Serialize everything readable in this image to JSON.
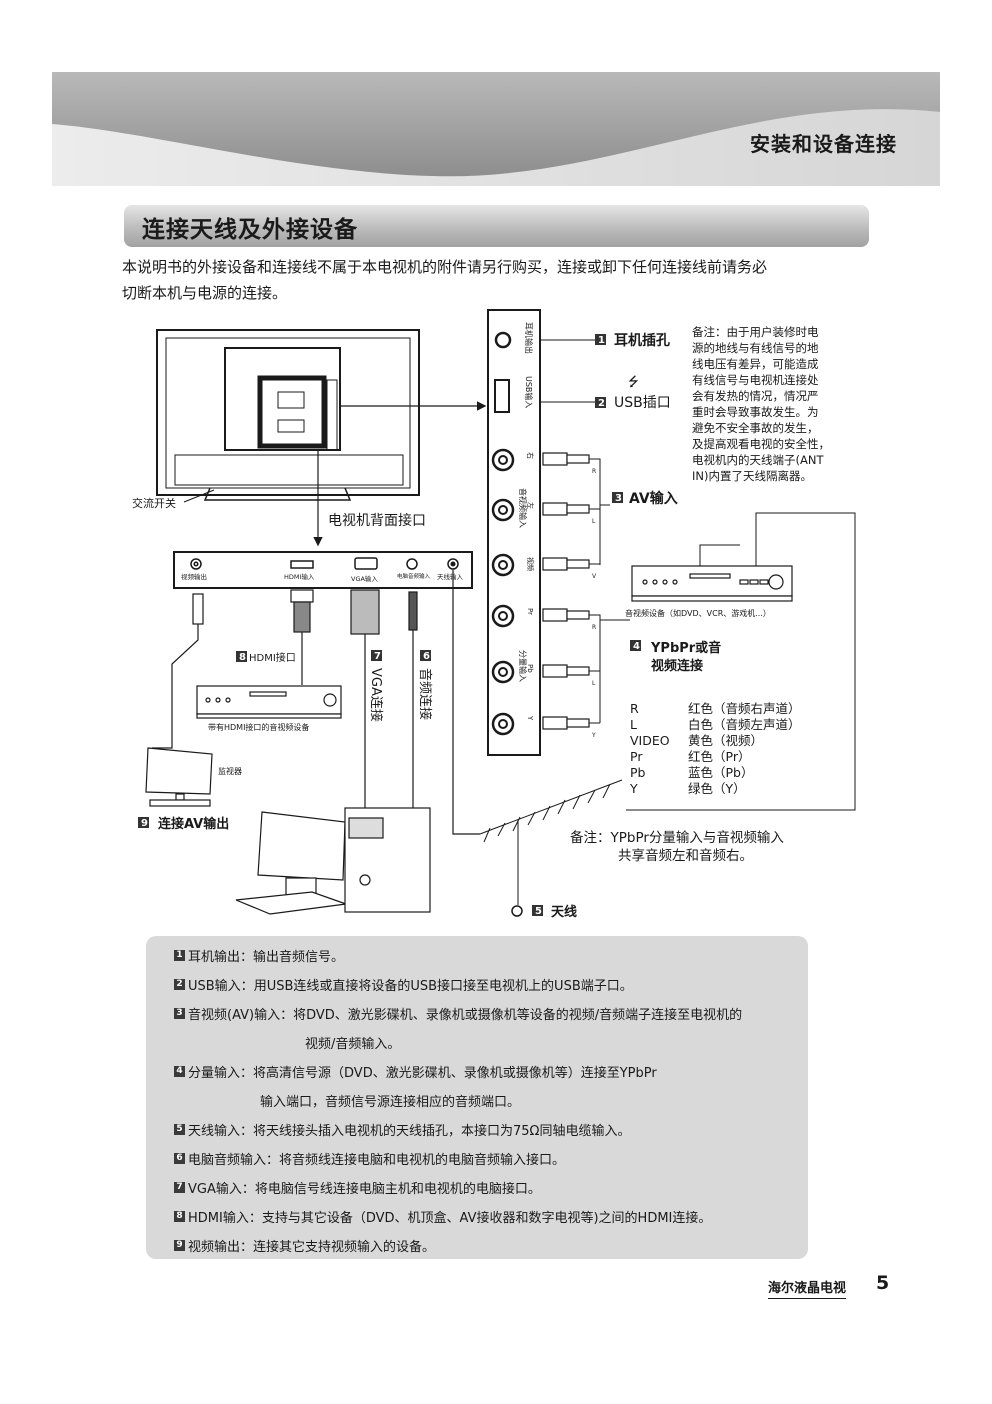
{
  "header": {
    "title": "安装和设备连接"
  },
  "section": {
    "title": "连接天线及外接设备"
  },
  "intro": [
    "本说明书的外接设备和连接线不属于本电视机的附件请另行购买，连接或卸下任何连接线前请务必",
    "切断本机与电源的连接。"
  ],
  "diagram": {
    "power_switch": "交流开关",
    "back_interface": "电视机背面接口",
    "side_panel_labels": [
      "耳机输出",
      "USB输入",
      "音视频输入",
      "分量输入"
    ],
    "side_jack_marks": [
      "右",
      "左",
      "视频",
      "Pr",
      "Pb",
      "Y"
    ],
    "jack_letters": [
      "R",
      "L",
      "V",
      "R",
      "L",
      "Y"
    ],
    "bottom_panel_labels": [
      "视频输出",
      "HDMI输入",
      "VGA输入",
      "电脑音频输入",
      "天线输入"
    ],
    "callouts": [
      {
        "num": "1",
        "label": "耳机插孔"
      },
      {
        "num": "2",
        "label": "USB插口"
      },
      {
        "num": "3",
        "label": "AV输入"
      },
      {
        "num": "4",
        "label": "YPbPr或音"
      },
      {
        "num": "4",
        "label": "视频连接"
      },
      {
        "num": "5",
        "label": "天线"
      },
      {
        "num": "6",
        "label": "音频连接"
      },
      {
        "num": "7",
        "label": "VGA连接"
      },
      {
        "num": "8",
        "label": "HDMI接口"
      },
      {
        "num": "9",
        "label": "连接AV输出"
      }
    ],
    "usb_symbol": "⭍",
    "warning_lines": [
      "备注：由于用户装修时电",
      "源的地线与有线信号的地",
      "线电压有差异，可能造成",
      "有线信号与电视机连接处",
      "会有发热的情况，情况严",
      "重时会导致事故发生。为",
      "避免不安全事故的发生，",
      "及提高观看电视的安全性，",
      "电视机内的天线端子(ANT",
      "IN)内置了天线隔离器。"
    ],
    "av_device_caption": "音视频设备（如DVD、VCR、游戏机...）",
    "hdmi_device_caption": "带有HDMI接口的音视频设备",
    "monitor_caption": "监视器",
    "color_legend": [
      {
        "signal": "R",
        "color": "红色（音频右声道）"
      },
      {
        "signal": "L",
        "color": "白色（音频左声道）"
      },
      {
        "signal": "VIDEO",
        "color": "黄色（视频）"
      },
      {
        "signal": "Pr",
        "color": "红色（Pr）"
      },
      {
        "signal": "Pb",
        "color": "蓝色（Pb）"
      },
      {
        "signal": "Y",
        "color": "绿色（Y）"
      }
    ],
    "note_lines": [
      "备注：YPbPr分量输入与音视频输入",
      "共享音频左和音频右。"
    ]
  },
  "notes": [
    {
      "num": "1",
      "term": "耳机输出：",
      "text": "输出音频信号。"
    },
    {
      "num": "2",
      "term": "USB输入：",
      "text": "用USB连线或直接将设备的USB接口接至电视机上的USB端子口。"
    },
    {
      "num": "3",
      "term": "音视频(AV)输入：",
      "text": "将DVD、激光影碟机、录像机或摄像机等设备的视频/音频端子连接至电视机的",
      "cont": "视频/音频输入。"
    },
    {
      "num": "4",
      "term": "分量输入：",
      "text": "将高清信号源（DVD、激光影碟机、录像机或摄像机等）连接至YPbPr",
      "cont": "输入端口，音频信号源连接相应的音频端口。"
    },
    {
      "num": "5",
      "term": "天线输入：",
      "text": "将天线接头插入电视机的天线插孔，本接口为75Ω同轴电缆输入。"
    },
    {
      "num": "6",
      "term": "电脑音频输入：",
      "text": "将音频线连接电脑和电视机的电脑音频输入接口。"
    },
    {
      "num": "7",
      "term": "VGA输入：",
      "text": "将电脑信号线连接电脑主机和电视机的电脑接口。"
    },
    {
      "num": "8",
      "term": "HDMI输入：",
      "text": "支持与其它设备（DVD、机顶盒、AV接收器和数字电视等)之间的HDMI连接。"
    },
    {
      "num": "9",
      "term": "视频输出：",
      "text": "连接其它支持视频输入的设备。"
    }
  ],
  "footer": {
    "brand": "海尔液晶电视",
    "page": "5"
  }
}
